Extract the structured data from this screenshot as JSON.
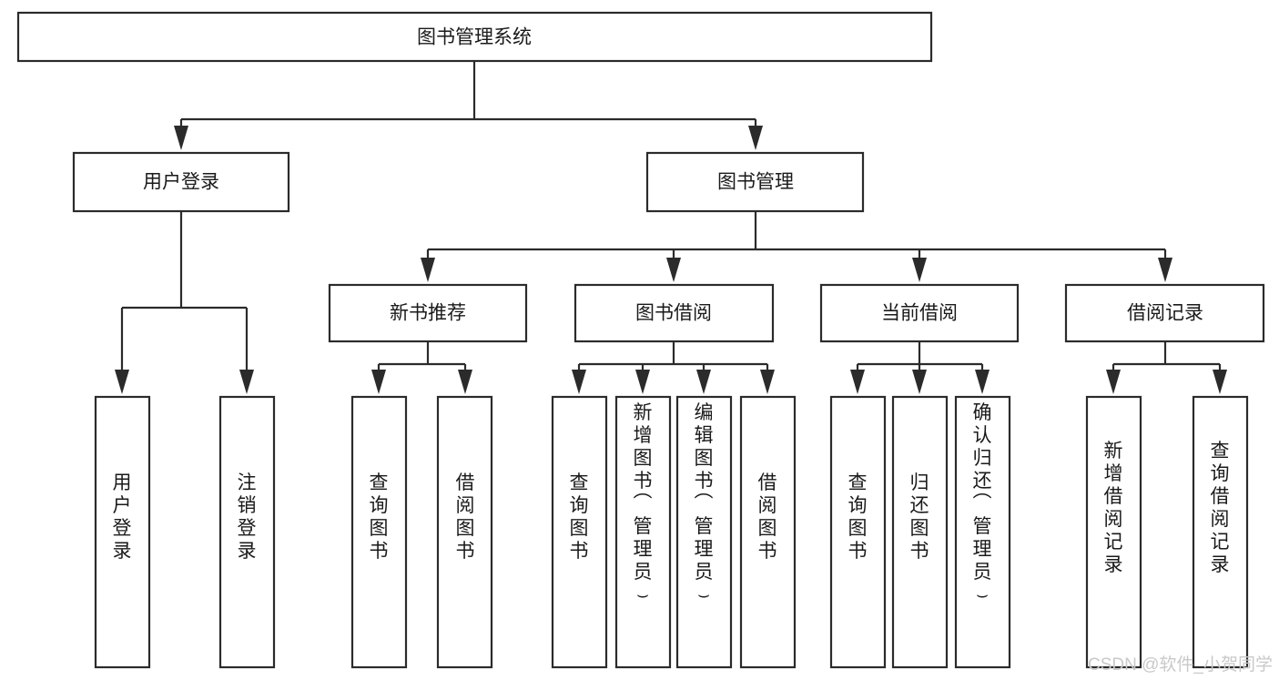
{
  "diagram": {
    "title": "图书管理系统",
    "type": "tree-hierarchy-chart",
    "colors": {
      "box_stroke": "#2b2b2b",
      "box_fill": "#ffffff",
      "text": "#1a1a1a",
      "background": "#ffffff",
      "watermark": "#c9c9c9"
    },
    "root": {
      "label": "图书管理系统"
    },
    "level2": [
      {
        "label": "用户登录"
      },
      {
        "label": "图书管理"
      }
    ],
    "level3": [
      {
        "label": "新书推荐"
      },
      {
        "label": "图书借阅"
      },
      {
        "label": "当前借阅"
      },
      {
        "label": "借阅记录"
      }
    ],
    "leaves": {
      "user_login": [
        {
          "label": "用户登录"
        },
        {
          "label": "注销登录"
        }
      ],
      "new_book_recommend": [
        {
          "label": "查询图书"
        },
        {
          "label": "借阅图书"
        }
      ],
      "book_borrow": [
        {
          "label": "查询图书"
        },
        {
          "label": "新增图书（管理员）"
        },
        {
          "label": "编辑图书（管理员）"
        },
        {
          "label": "借阅图书"
        }
      ],
      "current_borrow": [
        {
          "label": "查询图书"
        },
        {
          "label": "归还图书"
        },
        {
          "label": "确认归还（管理员）"
        }
      ],
      "borrow_record": [
        {
          "label": "新增借阅记录"
        },
        {
          "label": "查询借阅记录"
        }
      ]
    }
  },
  "watermark": {
    "text": "CSDN @软件_小贺同学"
  }
}
